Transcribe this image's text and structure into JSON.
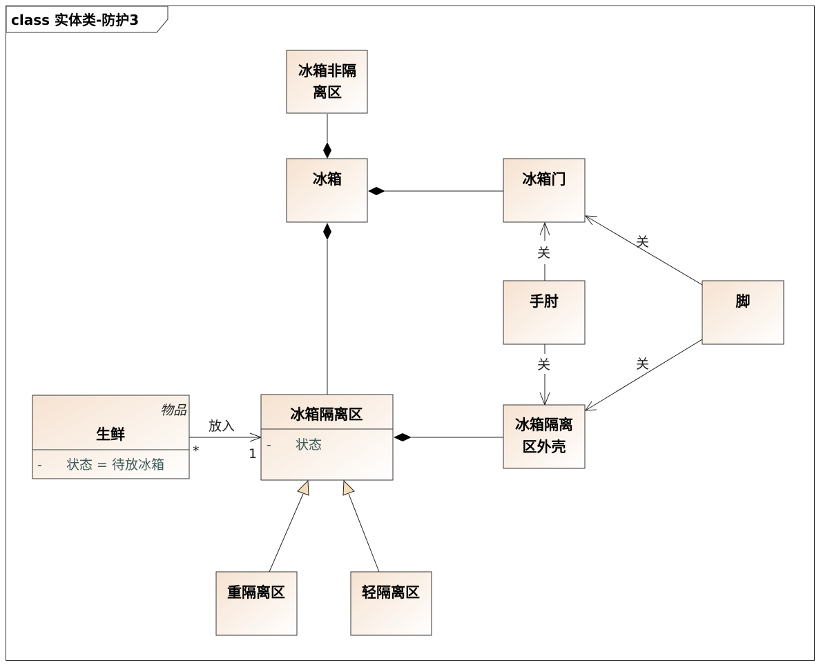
{
  "frame_title": "class 实体类-防护3",
  "classes": {
    "non_isolation": {
      "lines": [
        "冰箱非隔",
        "离区"
      ]
    },
    "fridge": {
      "lines": [
        "冰箱"
      ]
    },
    "door": {
      "lines": [
        "冰箱门"
      ]
    },
    "elbow": {
      "lines": [
        "手肘"
      ]
    },
    "foot": {
      "lines": [
        "脚"
      ]
    },
    "isolation": {
      "lines": [
        "冰箱隔离区"
      ],
      "attr_vis": "-",
      "attr": "状态"
    },
    "fresh": {
      "stereotype": "物品",
      "lines": [
        "生鲜"
      ],
      "attr_vis": "-",
      "attr": "状态 = 待放冰箱"
    },
    "shell": {
      "lines": [
        "冰箱隔离",
        "区外壳"
      ]
    },
    "heavy": {
      "lines": [
        "重隔离区"
      ]
    },
    "light": {
      "lines": [
        "轻隔离区"
      ]
    }
  },
  "edge_labels": {
    "elbow_door": "关",
    "elbow_shell": "关",
    "foot_door": "关",
    "foot_shell": "关",
    "put_in": "放入",
    "mult_fresh": "*",
    "mult_isolation": "1"
  },
  "colors": {
    "box_top": "#f8e8da",
    "box_bottom": "#ffffff",
    "border": "#333333",
    "attr_text": "#3d5a5a",
    "generalization_fill": "#f3dcb8"
  }
}
